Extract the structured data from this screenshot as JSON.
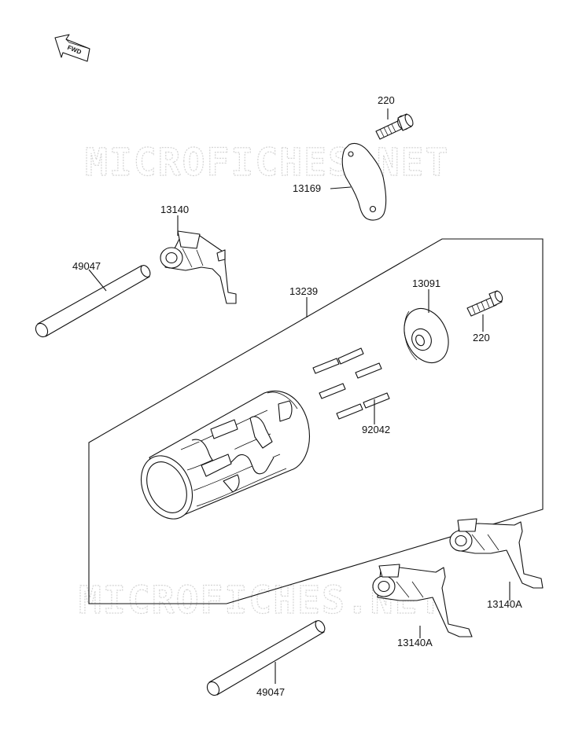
{
  "fwd_label": "FWD",
  "watermarks": [
    "MICROFICHES.NET",
    "MICROFICHES.NET"
  ],
  "labels": {
    "bolt_top": "220",
    "plate": "13169",
    "fork_left": "13140",
    "shaft_upper": "49047",
    "drum_assy": "13239",
    "holder": "13091",
    "bolt_right": "220",
    "pins": "92042",
    "fork_right_upper": "13140A",
    "fork_right_lower": "13140A",
    "shaft_lower": "49047"
  }
}
